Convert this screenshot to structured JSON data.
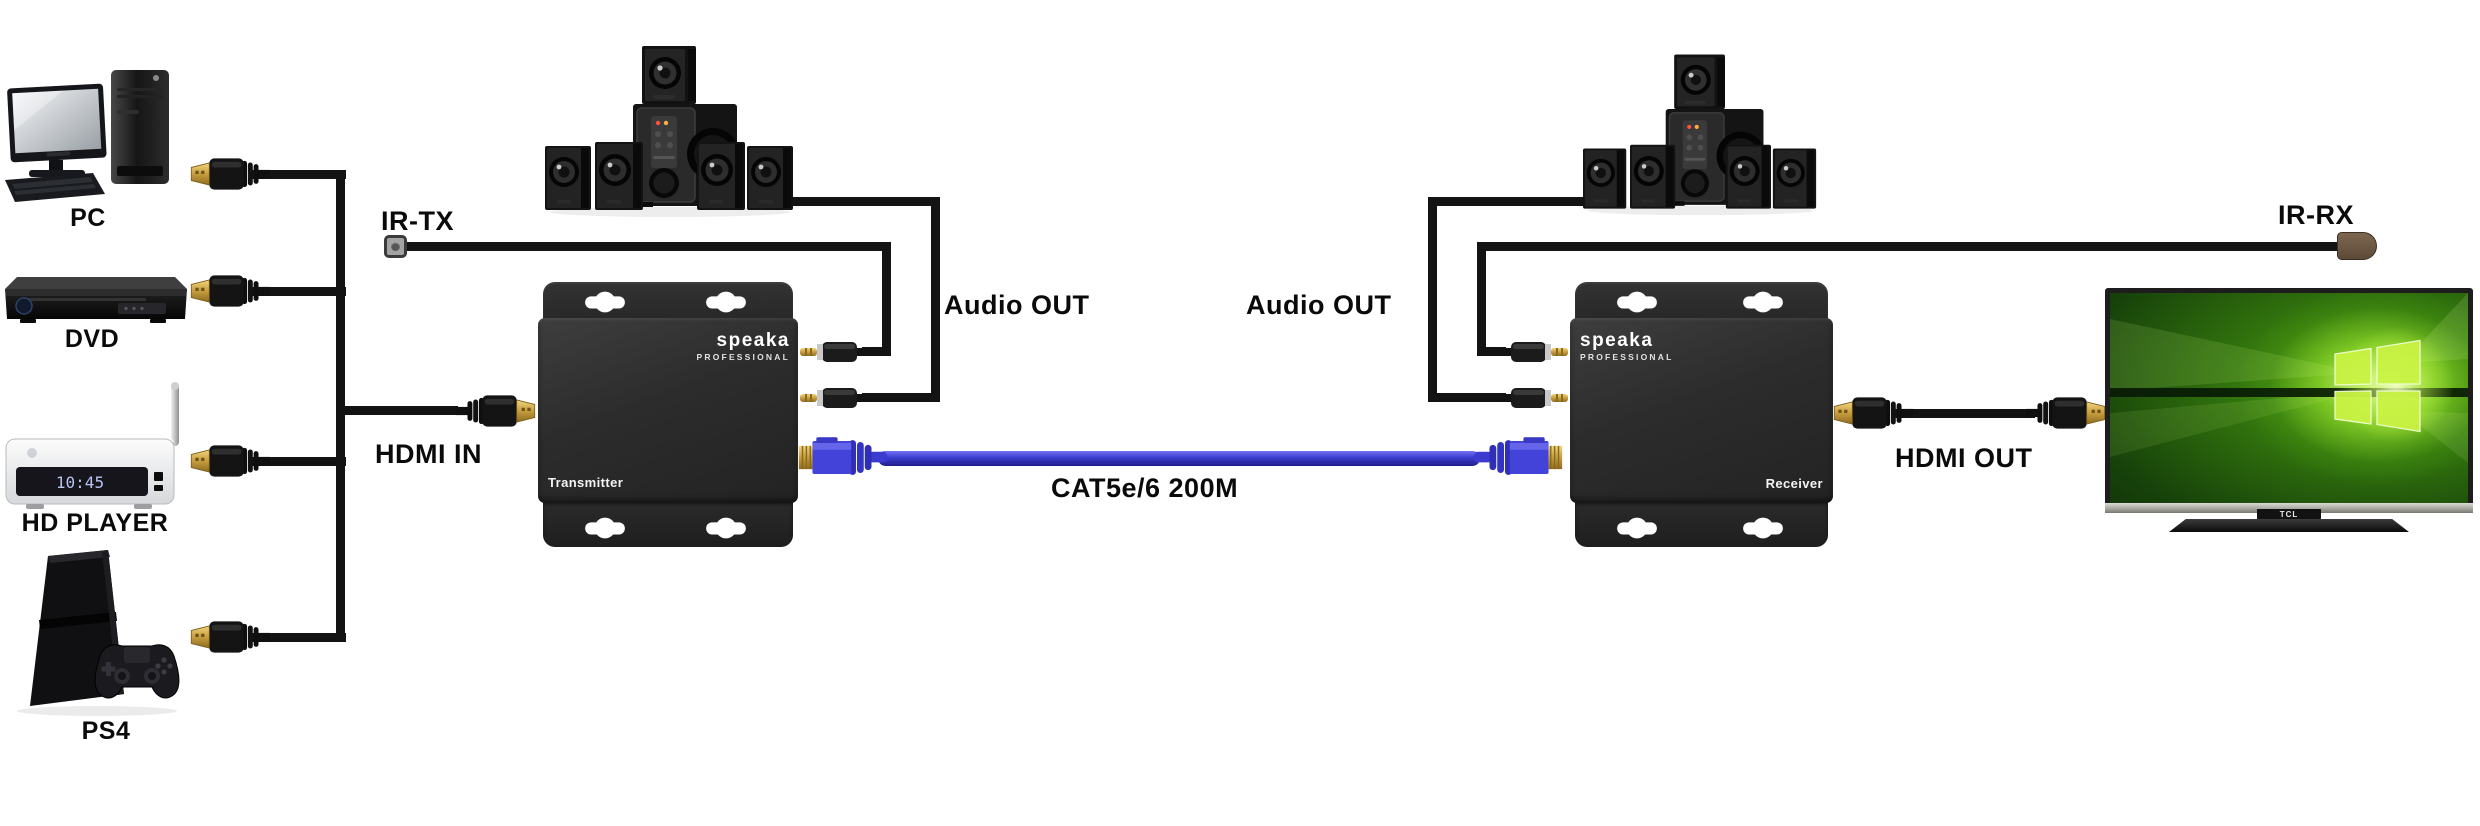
{
  "labels": {
    "ir_tx": "IR-TX",
    "ir_rx": "IR-RX",
    "audio_out_left": "Audio OUT",
    "audio_out_right": "Audio OUT",
    "hdmi_in": "HDMI IN",
    "hdmi_out": "HDMI OUT",
    "cat_cable": "CAT5e/6 200M"
  },
  "sources": [
    {
      "label": "PC"
    },
    {
      "label": "DVD"
    },
    {
      "label": "HD PLAYER"
    },
    {
      "label": "PS4"
    }
  ],
  "hd_player": {
    "display_time": "10:45"
  },
  "transmitter": {
    "brand": "speaka",
    "brand_sub": "PROFESSIONAL",
    "name": "Transmitter"
  },
  "receiver": {
    "brand": "speaka",
    "brand_sub": "PROFESSIONAL",
    "name": "Receiver"
  },
  "tv": {
    "brand": "TCL"
  },
  "colors": {
    "wire_black": "#131313",
    "cat_cable_blue": "#3d3dcf",
    "extender_box_gray": "#2e2e2e",
    "gold_connector": "#d8b254",
    "ir_receiver_brown": "#6e5944",
    "tv_wallpaper_green": "#7fd112",
    "hd_display_text": "#b9c2f2"
  }
}
